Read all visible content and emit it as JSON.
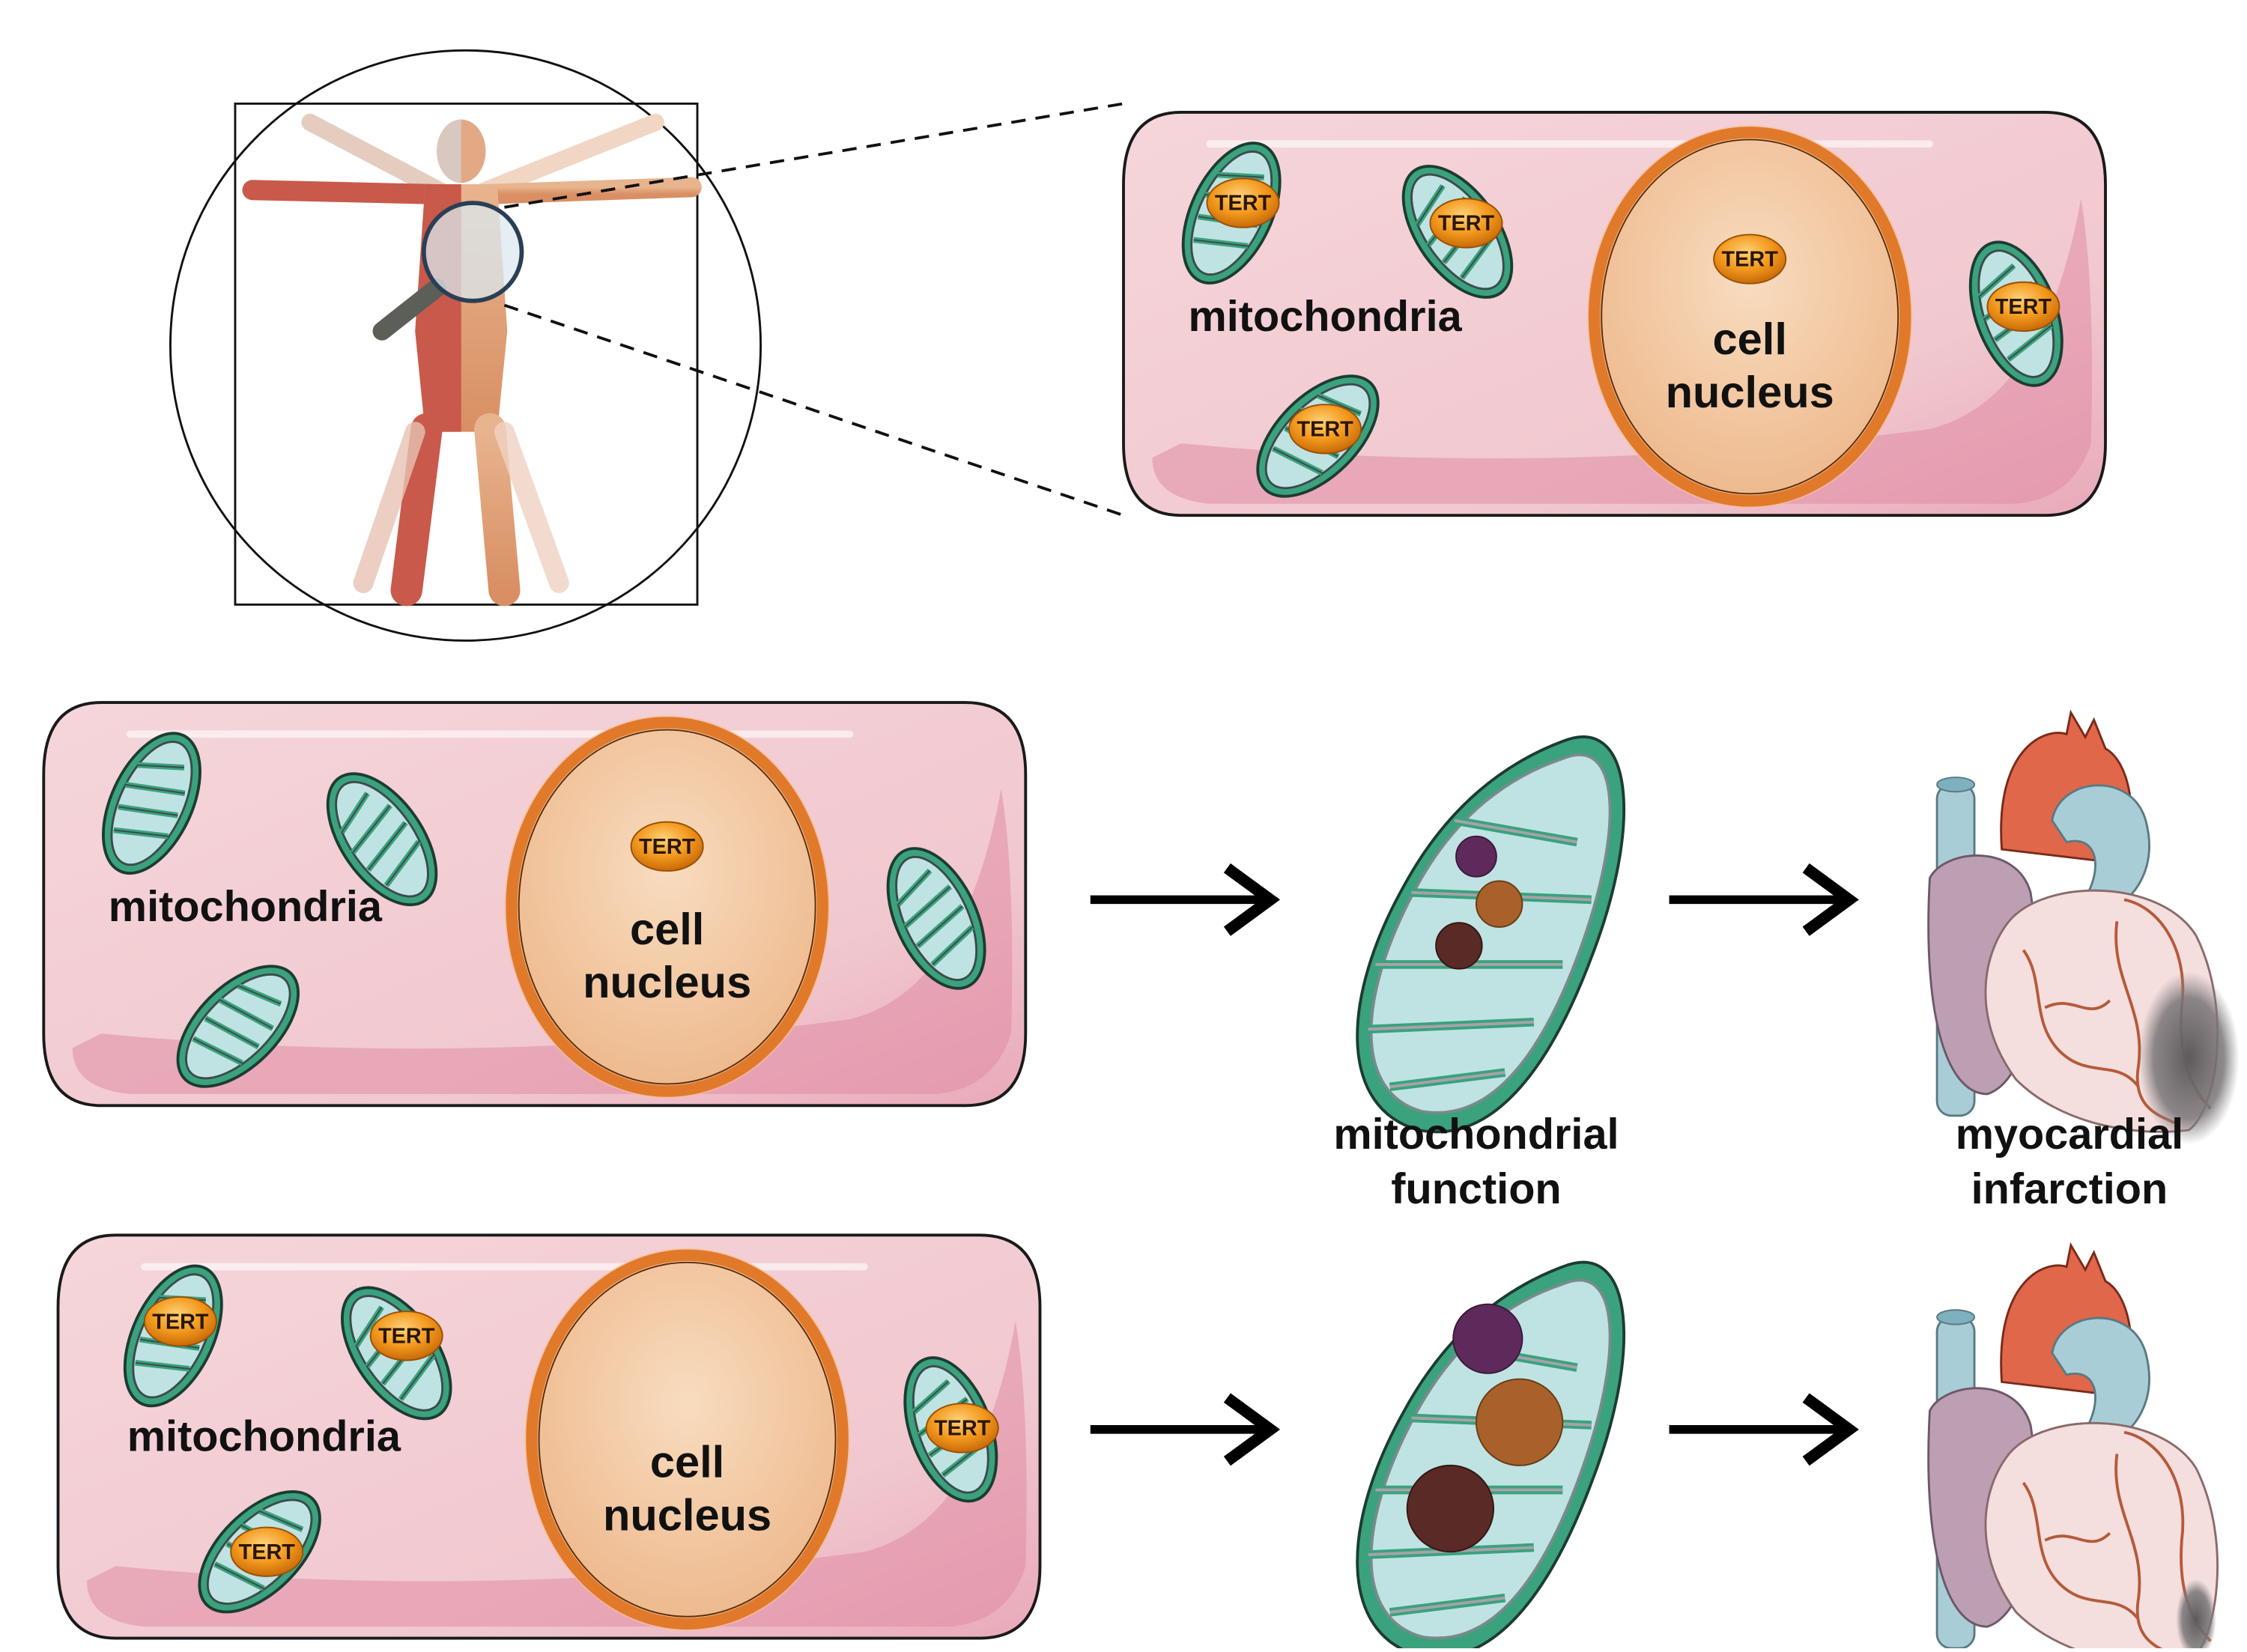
{
  "figure": {
    "type": "scientific schematic",
    "top_panel": {
      "human_figure": "vitruvian anatomical human with magnifying glass over chest",
      "zoom_cell": {
        "organelle_label": "mitochondria",
        "nucleus_label_line1": "cell",
        "nucleus_label_line2": "nucleus",
        "tert_labels": [
          "TERT",
          "TERT",
          "TERT",
          "TERT",
          "TERT"
        ]
      }
    },
    "middle_row": {
      "cell": {
        "organelle_label": "mitochondria",
        "nucleus_label_line1": "cell",
        "nucleus_label_line2": "nucleus",
        "nuclear_tert": "TERT"
      },
      "mitochondrion_state": "small enzymes (reduced function)",
      "heart_state": "large infarct area"
    },
    "bottom_row": {
      "cell": {
        "organelle_label": "mitochondria",
        "nucleus_label_line1": "cell",
        "nucleus_label_line2": "nucleus",
        "tert_labels": [
          "TERT",
          "TERT",
          "TERT",
          "TERT"
        ]
      },
      "mitochondrion_state": "large enzymes (improved function)",
      "heart_state": "small infarct area"
    },
    "column_labels": {
      "mito_line1": "mitochondrial",
      "mito_line2": "function",
      "heart_line1": "myocardial",
      "heart_line2": "infarction"
    },
    "colors": {
      "cell_fill": "#f3cdd3",
      "cell_shadow": "#d9728f",
      "mito_membrane": "#3aa27d",
      "mito_matrix": "#bfe3e3",
      "nucleus_fill": "#f4c9a4",
      "nucleus_ring": "#e07a2a",
      "tert_fill": "#f29a1f",
      "aorta": "#e0674a",
      "vein": "#a9cdd6",
      "atrium": "#bd9fb4",
      "infarct": "#6d6a6c"
    }
  }
}
